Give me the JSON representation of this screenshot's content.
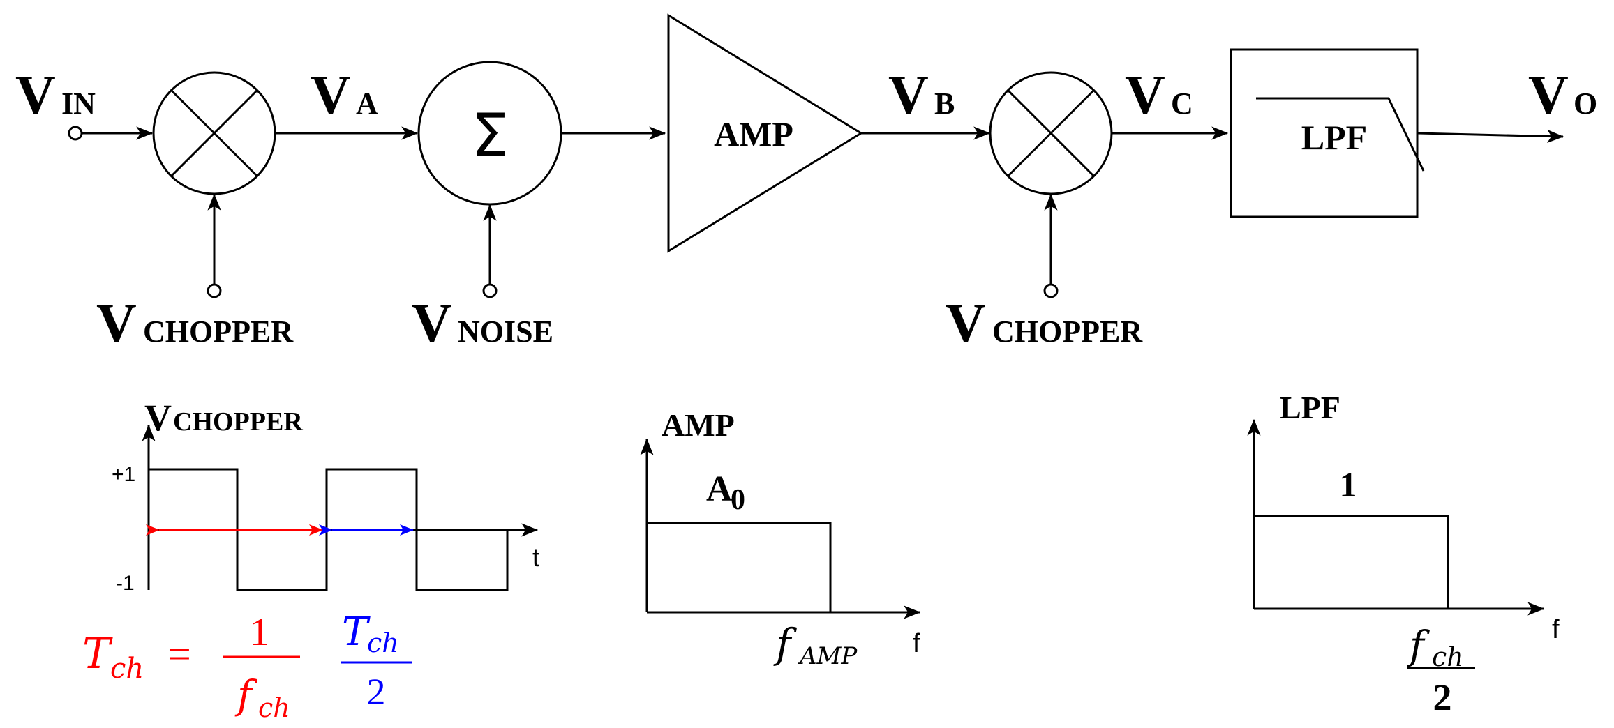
{
  "signals": {
    "vin": {
      "main": "V",
      "sub": "IN"
    },
    "va": {
      "main": "V",
      "sub": "A"
    },
    "vb": {
      "main": "V",
      "sub": "B"
    },
    "vc": {
      "main": "V",
      "sub": "C"
    },
    "vo": {
      "main": "V",
      "sub": "O"
    },
    "vchopper1": {
      "main": "V",
      "sub": "CHOPPER"
    },
    "vnoise": {
      "main": "V",
      "sub": "NOISE"
    },
    "vchopper2": {
      "main": "V",
      "sub": "CHOPPER"
    }
  },
  "blocks": {
    "sum_symbol": "Σ",
    "amp_label": "AMP",
    "lpf_label": "LPF"
  },
  "chopper_plot": {
    "title_main": "V",
    "title_sub": "CHOPPER",
    "plus1": "+1",
    "minus1": "-1",
    "t_axis": "t",
    "period_lhs": "T",
    "period_lhs_sub": "ch",
    "period_eq": "=",
    "period_num": "1",
    "period_den": "f",
    "period_den_sub": "ch",
    "half_num": "T",
    "half_num_sub": "ch",
    "half_den": "2",
    "colors": {
      "period": "#ff0000",
      "half": "#0000ff"
    }
  },
  "amp_plot": {
    "ylabel": "AMP",
    "gain_main": "A",
    "gain_sub": "0",
    "cutoff_main": "f",
    "cutoff_sub": "AMP",
    "f_axis": "f"
  },
  "lpf_plot": {
    "ylabel": "LPF",
    "gain": "1",
    "cutoff_num": "f",
    "cutoff_num_sub": "ch",
    "cutoff_den": "2",
    "f_axis": "f"
  }
}
